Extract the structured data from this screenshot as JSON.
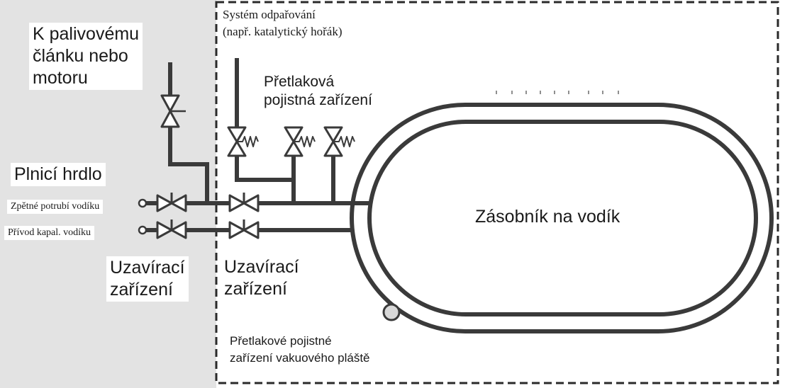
{
  "diagram": {
    "title": "",
    "colors": {
      "line": "#3a3a3a",
      "shade": "#e3e3e3",
      "background": "#ffffff"
    },
    "labels": {
      "fuel_cell": [
        "K palivovému",
        "článku nebo",
        "motoru"
      ],
      "boiloff": [
        "Systém odpařování",
        "(např. katalytický hořák)"
      ],
      "relief_devices": [
        "Přetlaková",
        "pojistná zařízení"
      ],
      "filler_neck": "Plnicí hrdlo",
      "return_line": "Zpětné potrubí vodíku",
      "liquid_supply": "Přívod kapal. vodíku",
      "shutoff_outer": [
        "Uzavírací",
        "zařízení"
      ],
      "shutoff_inner": [
        "Uzavírací",
        "zařízení"
      ],
      "tank": "Zásobník na vodík",
      "vacuum_relief": [
        "Přetlakové pojistné",
        "zařízení vakuového pláště"
      ]
    }
  }
}
